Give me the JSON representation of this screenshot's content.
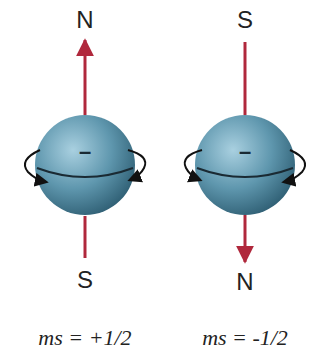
{
  "diagram": {
    "labels": [
      "N",
      "S",
      "–",
      "ms = +1/2",
      "S",
      "N",
      "–",
      "ms = -1/2"
    ]
  }
}
